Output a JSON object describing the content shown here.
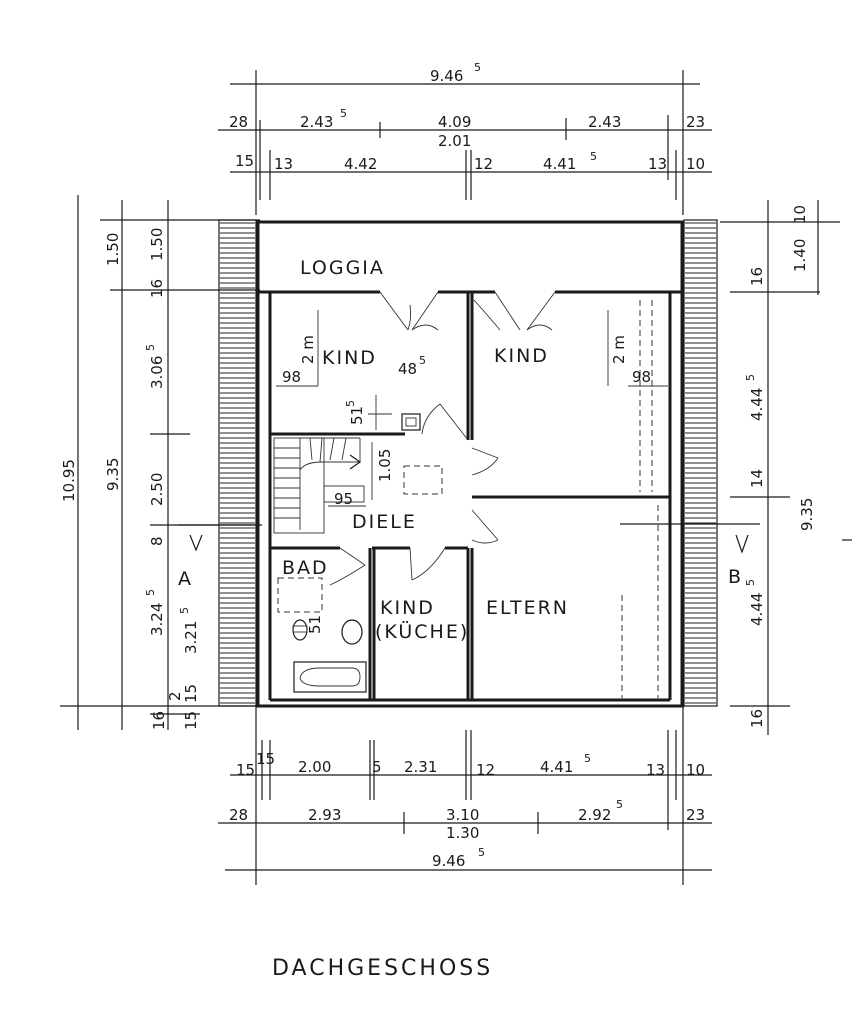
{
  "title": "DACHGESCHOSS",
  "rooms": {
    "loggia": "LOGGIA",
    "kind_left": "KIND",
    "kind_right": "KIND",
    "diele": "DIELE",
    "bad": "BAD",
    "kind_kueche_1": "KIND",
    "kind_kueche_2": "(KÜCHE)",
    "eltern": "ELTERN"
  },
  "markers": {
    "a": "A",
    "b": "B"
  },
  "dims_top": {
    "overall": "9.46",
    "overall_sup": "5",
    "r2_a": "28",
    "r2_b": "2.43",
    "r2_b_sup": "5",
    "r2_c": "4.09",
    "r2_c2": "2.01",
    "r2_d": "2.43",
    "r2_e": "23",
    "r3_a": "15",
    "r3_b": "13",
    "r3_c": "4.42",
    "r3_d": "12",
    "r3_e": "4.41",
    "r3_e_sup": "5",
    "r3_f": "13",
    "r3_g": "10"
  },
  "dims_bottom": {
    "r1_a": "15",
    "r1_a2": "15",
    "r1_b": "2.00",
    "r1_c": "5",
    "r1_d": "2.31",
    "r1_e": "12",
    "r1_f": "4.41",
    "r1_f_sup": "5",
    "r1_g": "13",
    "r1_h": "10",
    "r2_a": "28",
    "r2_b": "2.93",
    "r2_c": "3.10",
    "r2_c2": "1.30",
    "r2_d": "2.92",
    "r2_d_sup": "5",
    "r2_e": "23",
    "overall": "9.46",
    "overall_sup": "5"
  },
  "dims_left": {
    "overall": "10.95",
    "inner": "9.35",
    "a": "1.50",
    "b": "16",
    "c": "1.50",
    "d": "3.06",
    "d_sup": "5",
    "e": "2.50",
    "f": "8",
    "g": "3.24",
    "g_sup": "5",
    "h": "3.21",
    "h_sup": "5",
    "i": "2",
    "j": "15",
    "k": "16",
    "l": "15"
  },
  "dims_right": {
    "a": "10",
    "b": "1.40",
    "c": "16",
    "d": "4.44",
    "d_sup": "5",
    "e": "14",
    "f": "9.35",
    "g": "4.44",
    "g_sup": "5",
    "h": "16"
  },
  "dims_interior": {
    "kind_l_2m": "2 m",
    "kind_l_98": "98",
    "kind_l_48": "48",
    "kind_l_48_sup": "5",
    "kind_r_2m": "2 m",
    "kind_r_98": "98",
    "s51": "51",
    "s51_sup": "5",
    "s105": "1.05",
    "s95": "95",
    "bad_51": "51"
  }
}
